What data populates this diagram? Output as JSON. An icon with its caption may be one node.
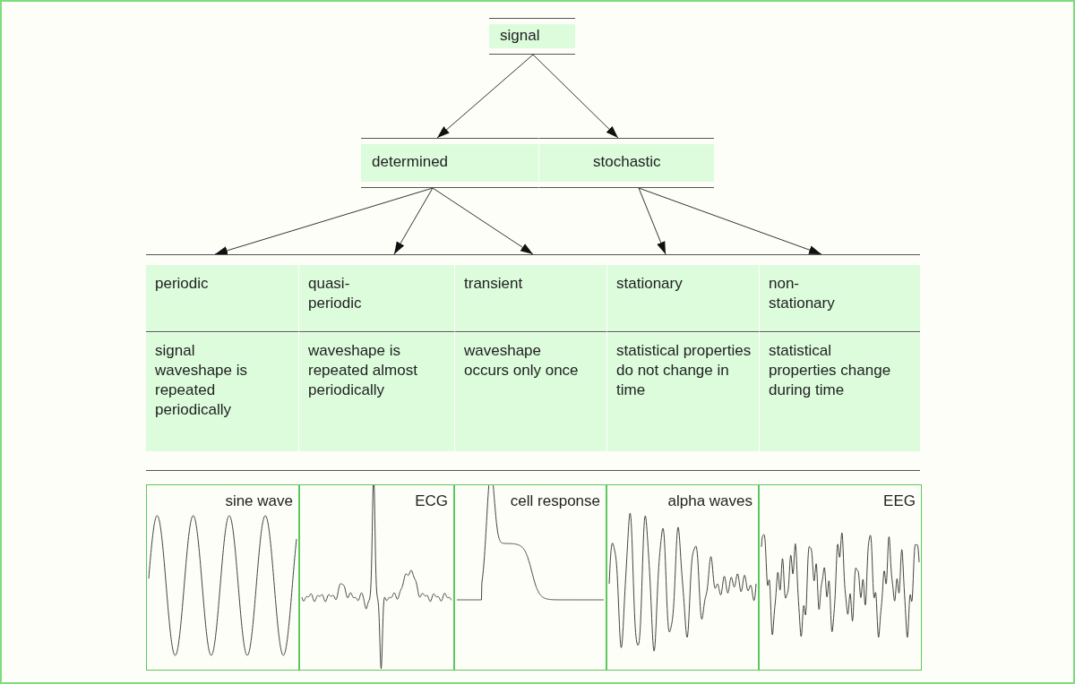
{
  "diagram": {
    "nodes": [
      {
        "text": [
          "signal"
        ]
      },
      {
        "text": [
          "determined"
        ]
      },
      {
        "text": [
          "stochastic"
        ]
      },
      {
        "text": [
          "periodic",
          "signal waveshape is repeated periodically"
        ]
      },
      {
        "text": [
          "quasi- periodic",
          "waveshape is repeated almost periodically"
        ]
      },
      {
        "text": [
          "transient",
          "waveshape occurs only once"
        ]
      },
      {
        "text": [
          "stationary",
          "statistical properties do not change in time"
        ]
      },
      {
        "text": [
          "non- stationary",
          "statistical properties change during time"
        ]
      },
      {
        "text": [
          "sine wave"
        ]
      },
      {
        "text": [
          "ECG"
        ]
      },
      {
        "text": [
          "cell response"
        ]
      },
      {
        "text": [
          "alpha waves"
        ]
      },
      {
        "text": [
          "EEG"
        ]
      }
    ],
    "edges": [
      {
        "from": 0,
        "to": 1,
        "arrow": "to"
      },
      {
        "from": 0,
        "to": 2,
        "arrow": "to"
      },
      {
        "from": 1,
        "to": 3,
        "arrow": "to"
      },
      {
        "from": 1,
        "to": 4,
        "arrow": "to"
      },
      {
        "from": 1,
        "to": 5,
        "arrow": "to"
      },
      {
        "from": 2,
        "to": 6,
        "arrow": "to"
      },
      {
        "from": 2,
        "to": 7,
        "arrow": "to"
      }
    ]
  }
}
